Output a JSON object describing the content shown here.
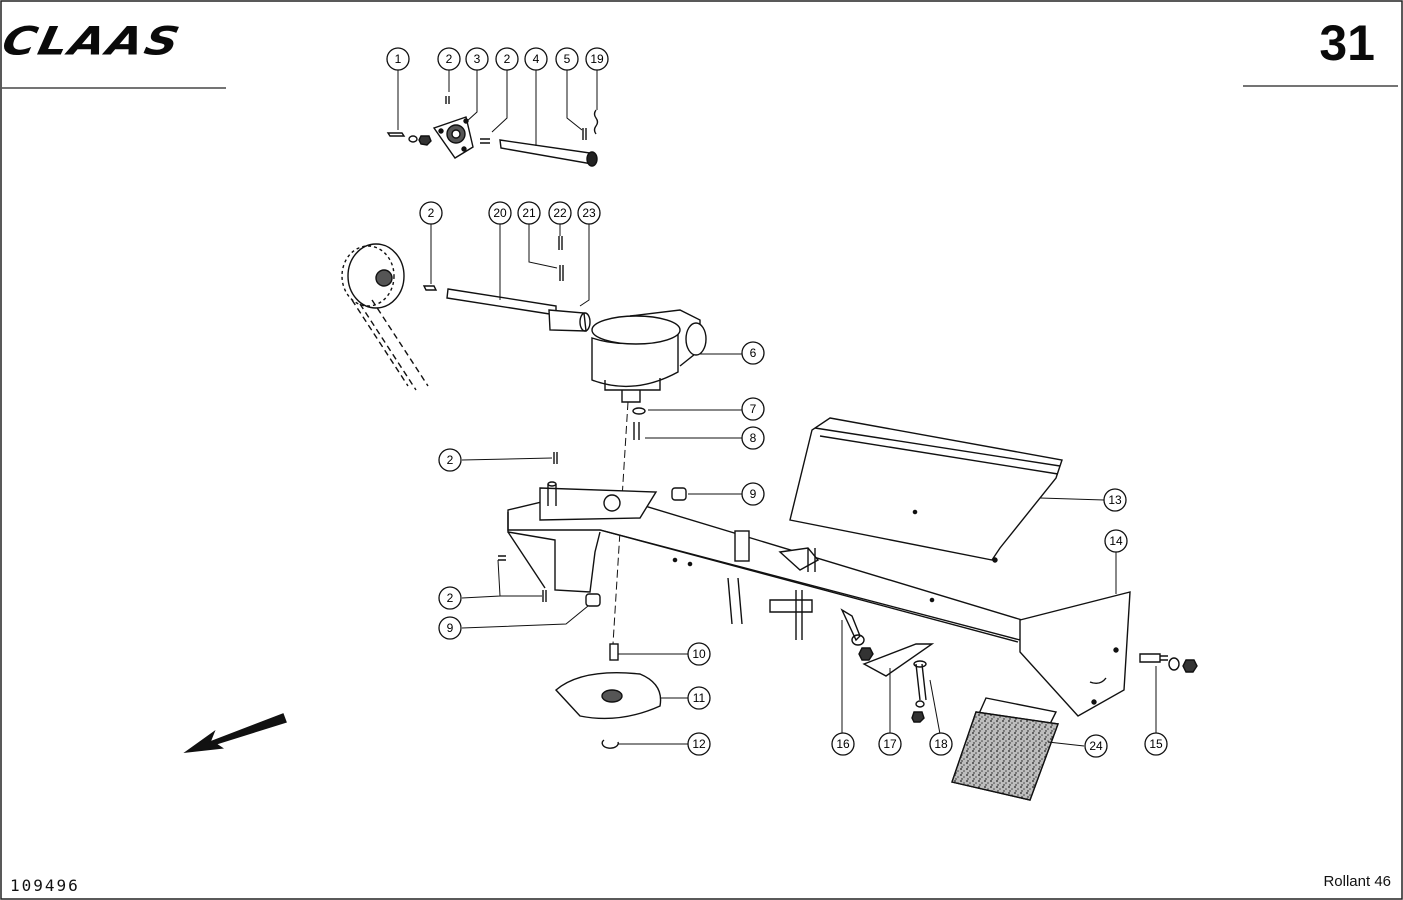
{
  "header": {
    "brand": "CLAAS",
    "page_number": "31"
  },
  "footer": {
    "document_number": "109496",
    "model": "Rollant 46"
  },
  "callouts": [
    "1",
    "2",
    "3",
    "2",
    "4",
    "5",
    "19",
    "2",
    "20",
    "21",
    "22",
    "23",
    "6",
    "7",
    "8",
    "2",
    "9",
    "13",
    "14",
    "2",
    "9",
    "10",
    "11",
    "12",
    "16",
    "17",
    "18",
    "24",
    "15"
  ]
}
